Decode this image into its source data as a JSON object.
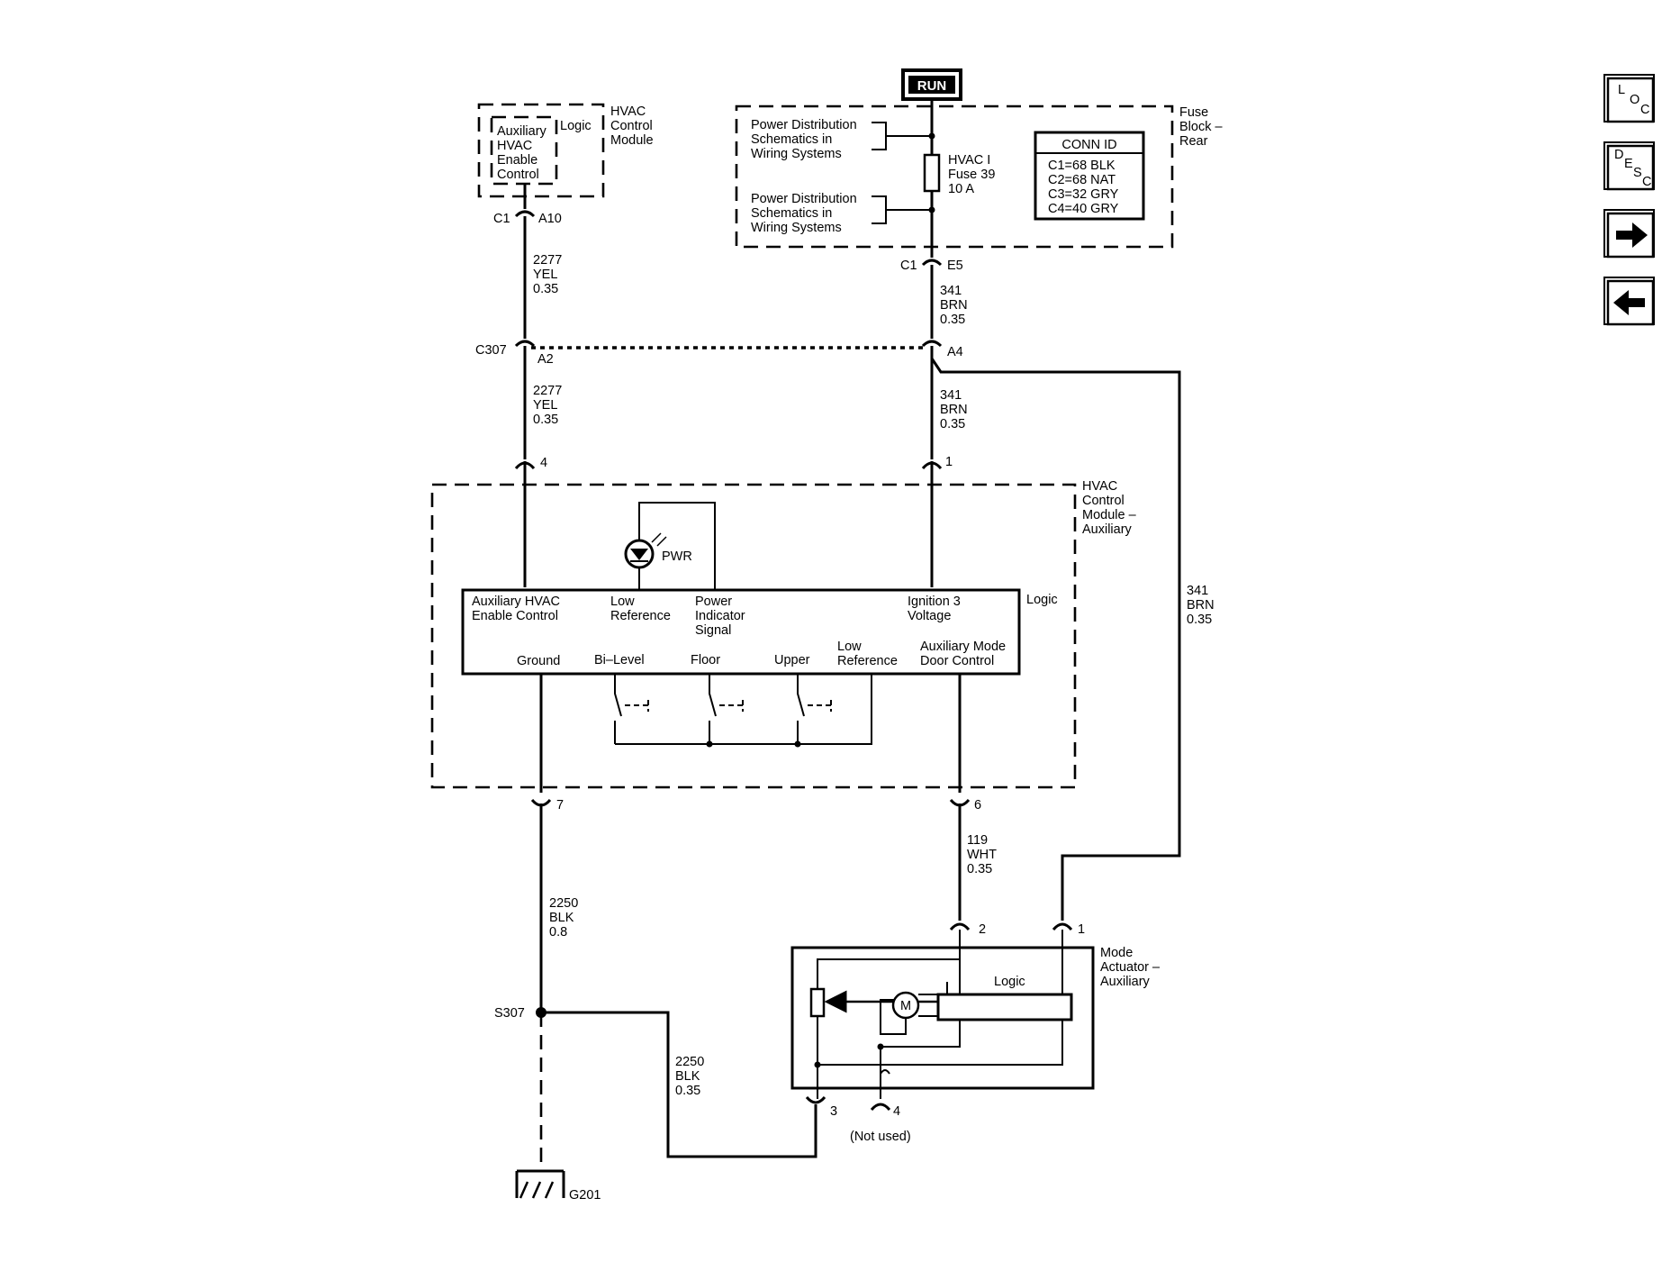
{
  "run_label": "RUN",
  "hvac_module": {
    "title": [
      "HVAC",
      "Control",
      "Module"
    ],
    "logic": "Logic",
    "enable_block": [
      "Auxiliary",
      "HVAC",
      "Enable",
      "Control"
    ],
    "conn_c1": "C1",
    "pin_a10": "A10"
  },
  "fuse_block": {
    "title": [
      "Fuse",
      "Block –",
      "Rear"
    ],
    "power_dist_1": [
      "Power Distribution",
      "Schematics in",
      "Wiring Systems"
    ],
    "power_dist_2": [
      "Power Distribution",
      "Schematics in",
      "Wiring Systems"
    ],
    "fuse": [
      "HVAC I",
      "Fuse 39",
      "10 A"
    ],
    "conn_c1": "C1",
    "pin_e5": "E5",
    "conn_table": {
      "header": "CONN ID",
      "rows": [
        "C1=68 BLK",
        "C2=68 NAT",
        "C3=32 GRY",
        "C4=40 GRY"
      ]
    }
  },
  "wires": {
    "w2277_upper": [
      "2277",
      "YEL",
      "0.35"
    ],
    "w2277_lower": [
      "2277",
      "YEL",
      "0.35"
    ],
    "w341_upper": [
      "341",
      "BRN",
      "0.35"
    ],
    "w341_lower": [
      "341",
      "BRN",
      "0.35"
    ],
    "w341_right": [
      "341",
      "BRN",
      "0.35"
    ],
    "w119": [
      "119",
      "WHT",
      "0.35"
    ],
    "w2250_main": [
      "2250",
      "BLK",
      "0.8"
    ],
    "w2250_branch": [
      "2250",
      "BLK",
      "0.35"
    ]
  },
  "c307": {
    "label": "C307",
    "pin_a2": "A2",
    "pin_a4": "A4"
  },
  "aux_module": {
    "title": [
      "HVAC",
      "Control",
      "Module –",
      "Auxiliary"
    ],
    "logic": "Logic",
    "pwr": "PWR",
    "pin_4": "4",
    "pin_1": "1",
    "pin_7": "7",
    "pin_6": "6",
    "enable_control": [
      "Auxiliary HVAC",
      "Enable Control"
    ],
    "low_reference_top": [
      "Low",
      "Reference"
    ],
    "power_indicator": [
      "Power",
      "Indicator",
      "Signal"
    ],
    "ignition_voltage": [
      "Ignition 3",
      "Voltage"
    ],
    "ground": "Ground",
    "bi_level": "Bi–Level",
    "floor": "Floor",
    "upper": "Upper",
    "low_reference_bottom": [
      "Low",
      "Reference"
    ],
    "aux_mode_door": [
      "Auxiliary Mode",
      "Door Control"
    ]
  },
  "mode_actuator": {
    "title": [
      "Mode",
      "Actuator –",
      "Auxiliary"
    ],
    "logic": "Logic",
    "motor": "M",
    "pin_1": "1",
    "pin_2": "2",
    "pin_3": "3",
    "pin_4": "4",
    "not_used": "(Not used)"
  },
  "s307": "S307",
  "g201": "G201",
  "nav": {
    "loc": [
      "L",
      "O",
      "C"
    ],
    "desc": [
      "D",
      "E",
      "S",
      "C"
    ]
  }
}
